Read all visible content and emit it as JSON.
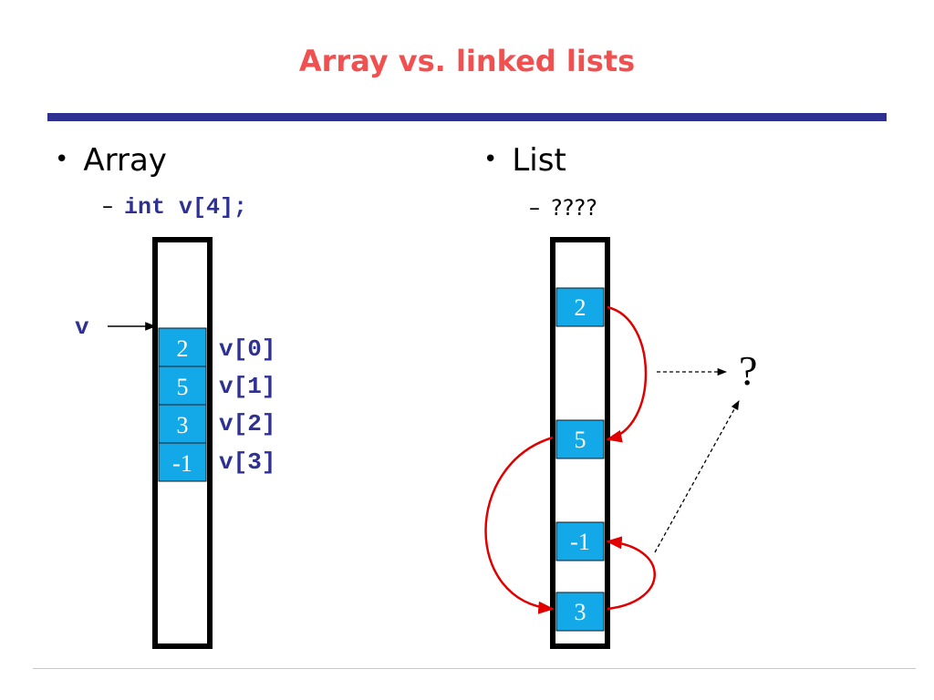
{
  "slide": {
    "title": "Array vs. linked lists",
    "array": {
      "bullet_label": "Array",
      "declaration": "int v[4];",
      "pointer_label": "v",
      "cells": [
        "2",
        "5",
        "3",
        "-1"
      ],
      "index_labels": [
        "v[0]",
        "v[1]",
        "v[2]",
        "v[3]"
      ]
    },
    "list": {
      "bullet_label": "List",
      "declaration": "????",
      "nodes": [
        "2",
        "5",
        "-1",
        "3"
      ],
      "unknown_label": "?"
    },
    "bullet_glyph": "•",
    "dash_glyph": "–"
  },
  "colors": {
    "title": "#f05050",
    "rule": "#2e3192",
    "cell_fill": "#13a8e8",
    "code": "#2e3192",
    "arrow": "#e00000"
  }
}
